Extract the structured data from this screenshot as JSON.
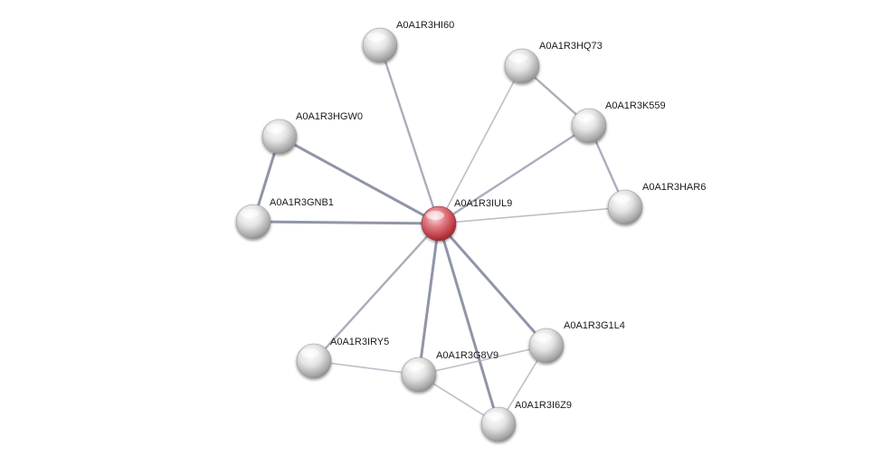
{
  "network": {
    "colors": {
      "query_node": "#d9565f",
      "partner_node": "#c8c8c8",
      "edge": "#a5a9b8",
      "edge_strong": "#8a8fa3",
      "label": "#1a1a1a",
      "background": "#ffffff"
    },
    "nodes": [
      {
        "id": "A0A1R3IUL9",
        "label": "A0A1R3IUL9",
        "query": true
      },
      {
        "id": "A0A1R3HI60",
        "label": "A0A1R3HI60",
        "query": false
      },
      {
        "id": "A0A1R3HQ73",
        "label": "A0A1R3HQ73",
        "query": false
      },
      {
        "id": "A0A1R3K559",
        "label": "A0A1R3K559",
        "query": false
      },
      {
        "id": "A0A1R3HGW0",
        "label": "A0A1R3HGW0",
        "query": false
      },
      {
        "id": "A0A1R3GNB1",
        "label": "A0A1R3GNB1",
        "query": false
      },
      {
        "id": "A0A1R3HAR6",
        "label": "A0A1R3HAR6",
        "query": false
      },
      {
        "id": "A0A1R3G1L4",
        "label": "A0A1R3G1L4",
        "query": false
      },
      {
        "id": "A0A1R3IRY5",
        "label": "A0A1R3IRY5",
        "query": false
      },
      {
        "id": "A0A1R3G8V9",
        "label": "A0A1R3G8V9",
        "query": false
      },
      {
        "id": "A0A1R3I6Z9",
        "label": "A0A1R3I6Z9",
        "query": false
      }
    ],
    "edges": [
      {
        "source": "A0A1R3IUL9",
        "target": "A0A1R3HI60",
        "strength": "medium"
      },
      {
        "source": "A0A1R3IUL9",
        "target": "A0A1R3HQ73",
        "strength": "weak"
      },
      {
        "source": "A0A1R3IUL9",
        "target": "A0A1R3K559",
        "strength": "medium"
      },
      {
        "source": "A0A1R3IUL9",
        "target": "A0A1R3HAR6",
        "strength": "weak"
      },
      {
        "source": "A0A1R3IUL9",
        "target": "A0A1R3HGW0",
        "strength": "strong"
      },
      {
        "source": "A0A1R3IUL9",
        "target": "A0A1R3GNB1",
        "strength": "strong"
      },
      {
        "source": "A0A1R3IUL9",
        "target": "A0A1R3G1L4",
        "strength": "strong"
      },
      {
        "source": "A0A1R3IUL9",
        "target": "A0A1R3IRY5",
        "strength": "medium"
      },
      {
        "source": "A0A1R3IUL9",
        "target": "A0A1R3G8V9",
        "strength": "strong"
      },
      {
        "source": "A0A1R3IUL9",
        "target": "A0A1R3I6Z9",
        "strength": "strong"
      },
      {
        "source": "A0A1R3HGW0",
        "target": "A0A1R3GNB1",
        "strength": "strong"
      },
      {
        "source": "A0A1R3HQ73",
        "target": "A0A1R3K559",
        "strength": "medium"
      },
      {
        "source": "A0A1R3K559",
        "target": "A0A1R3HAR6",
        "strength": "medium"
      },
      {
        "source": "A0A1R3IRY5",
        "target": "A0A1R3G8V9",
        "strength": "weak"
      },
      {
        "source": "A0A1R3G8V9",
        "target": "A0A1R3G1L4",
        "strength": "weak"
      },
      {
        "source": "A0A1R3G8V9",
        "target": "A0A1R3I6Z9",
        "strength": "weak"
      },
      {
        "source": "A0A1R3G1L4",
        "target": "A0A1R3I6Z9",
        "strength": "weak"
      }
    ]
  }
}
